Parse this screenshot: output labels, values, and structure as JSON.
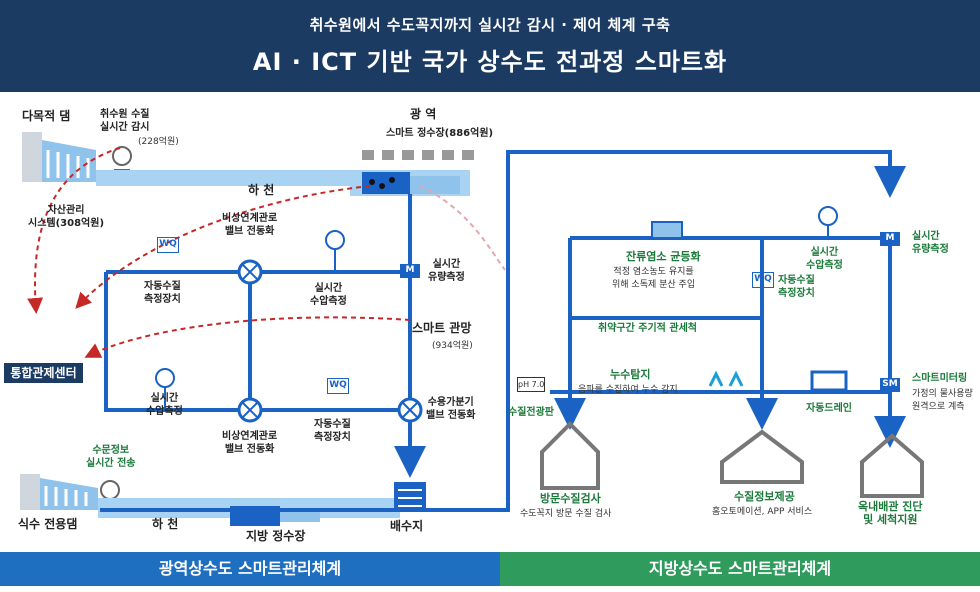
{
  "header": {
    "subtitle": "취수원에서 수도꼭지까지 실시간 감시 · 제어 체계 구축",
    "title": "AI · ICT 기반 국가 상수도 전과정 스마트화"
  },
  "nodes": {
    "dam": "다목적 댐",
    "intake_monitor": "취수원 수질\n실시간 감시",
    "intake_monitor_cost": "(228억원)",
    "regional": "광 역",
    "regional_plant": "스마트 정수장(886억원)",
    "river_top": "하 천",
    "asset_mgmt": "자산관리\n시스템(308억원)",
    "emergency_valve_top": "비상연계관로\n밸브 전동화",
    "auto_wq_top": "자동수질\n측정장치",
    "pressure_top": "실시간\n수압측정",
    "flow_top": "실시간\n유량측정",
    "control_center": "통합관제센터",
    "smart_network": "스마트 관망",
    "smart_network_cost": "(934억원)",
    "pressure_bottom": "실시간\n수압측정",
    "emergency_valve_bottom": "비상연계관로\n밸브 전동화",
    "auto_wq_bottom": "자동수질\n측정장치",
    "demand_valve": "수용가분기\n밸브 전동화",
    "hydro_info": "수문정보\n실시간 전송",
    "water_dam": "식수 전용댐",
    "river_bottom": "하 천",
    "local_plant": "지방 정수장",
    "reservoir": "배수지",
    "residual_chlorine": "잔류염소 균등화",
    "residual_chlorine_desc": "적정 염소농도 유지를\n위해 소독제 분산 주입",
    "r_pressure": "실시간\n수압측정",
    "r_flow": "실시간\n유량측정",
    "r_auto_wq": "자동수질\n측정장치",
    "flushing": "취약구간 주기적 관세척",
    "leak": "누수탐지",
    "leak_desc": "음파를 수집하여 누수 감지",
    "wq_board": "수질전광판",
    "ph_label": "pH 7.0",
    "auto_drain": "자동드레인",
    "smart_meter": "스마트미터링",
    "smart_meter_desc": "가정의 물사용량\n원격으로 계측",
    "visit_wq": "방문수질검사",
    "visit_wq_desc": "수도꼭지 방문 수질 검사",
    "wq_info": "수질정보제공",
    "wq_info_desc": "홈오토메이션, APP 서비스",
    "indoor_pipe": "옥내배관 진단\n및 세척지원",
    "wq_tag": "WQ",
    "m_tag": "M",
    "sm_tag": "SM"
  },
  "footer": {
    "left": "광역상수도 스마트관리체계",
    "right": "지방상수도 스마트관리체계"
  },
  "colors": {
    "navy": "#1c3b63",
    "pipe": "#1a63c4",
    "green": "#1b7a3a",
    "dash": "#c62828",
    "bar_left": "#1f6fc1",
    "bar_right": "#2f9b5c"
  }
}
